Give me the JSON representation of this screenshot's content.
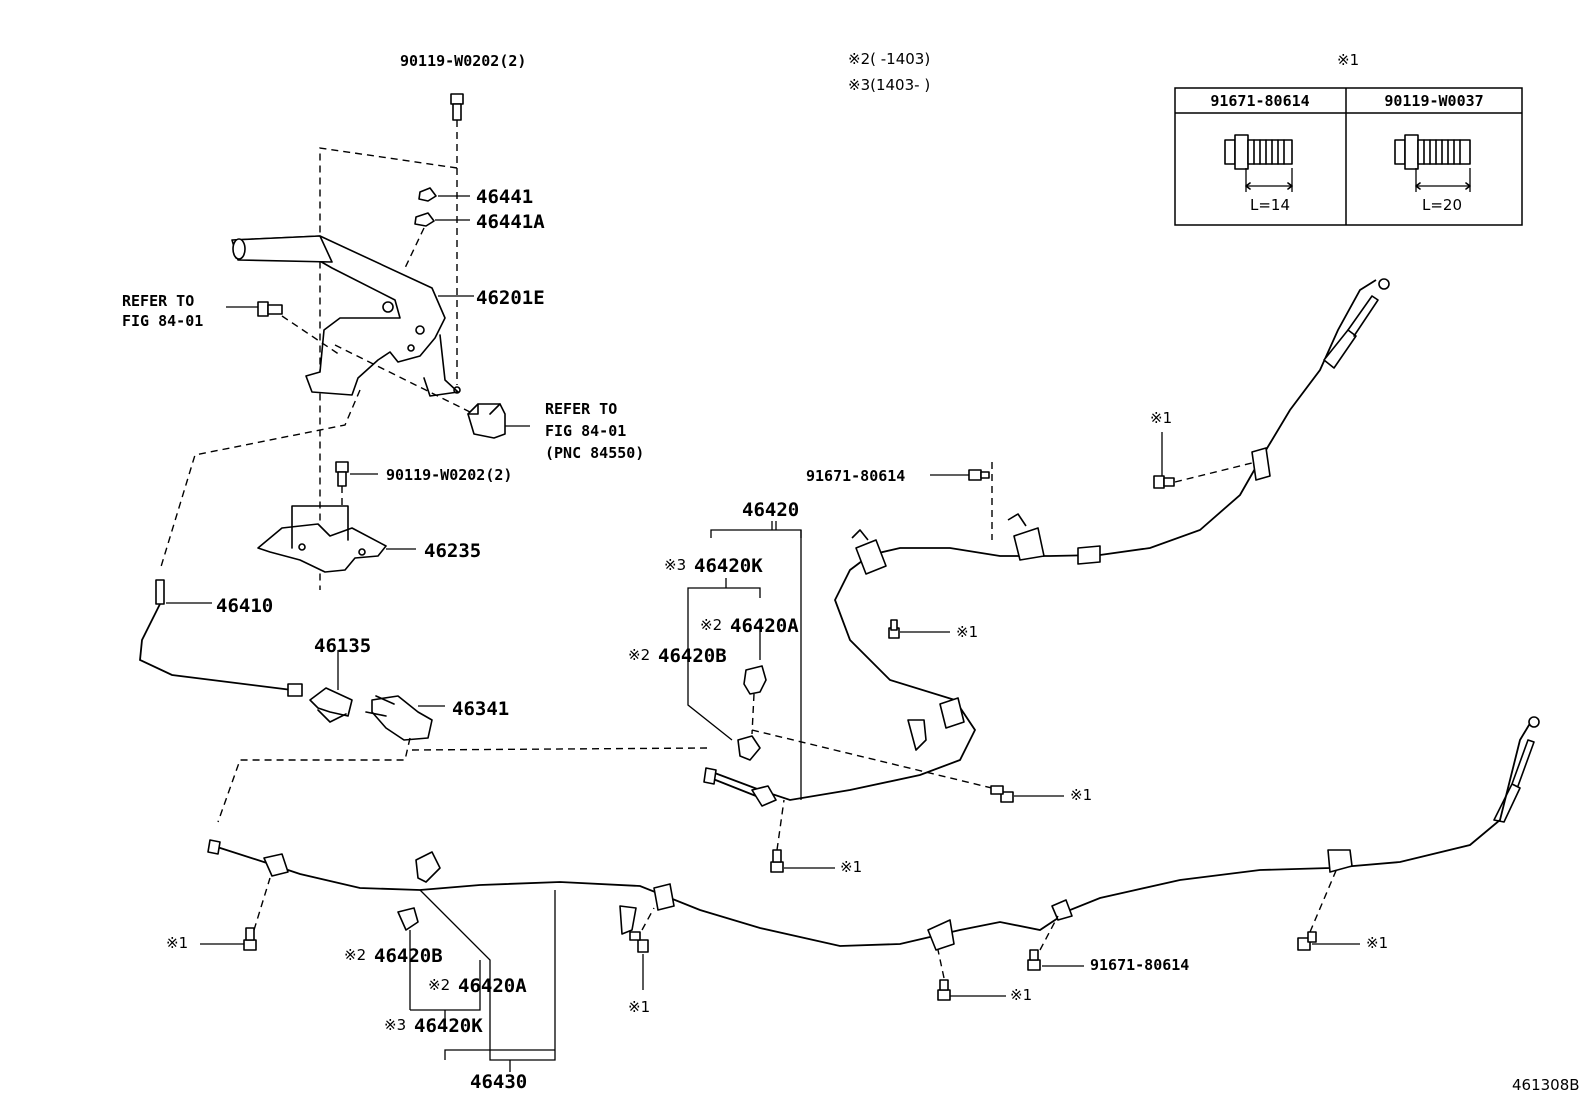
{
  "notes": [
    "※2(      -1403)",
    "※3(1403-      )"
  ],
  "table": {
    "marker": "※1",
    "columns": [
      {
        "part": "91671-80614",
        "length": "L=14"
      },
      {
        "part": "90119-W0037",
        "length": "L=20"
      }
    ]
  },
  "labels": {
    "bolt_top": "90119-W0202(2)",
    "nut_46441": "46441",
    "nut_46441a": "46441A",
    "lever": "46201E",
    "refer_left_1": "REFER TO",
    "refer_left_2": "FIG 84-01",
    "refer_right_1": "REFER TO",
    "refer_right_2": "FIG 84-01",
    "refer_right_3": "(PNC 84550)",
    "bolt_mid": "90119-W0202(2)",
    "bracket": "46235",
    "front_cable": "46410",
    "equalizer": "46135",
    "joint": "46341",
    "right_cable": "46420",
    "clip_k": "46420K",
    "clip_a": "46420A",
    "clip_b": "46420B",
    "left_cable": "46430",
    "bolt_91671": "91671-80614",
    "mark1": "※1",
    "mark2": "※2",
    "mark3": "※3"
  },
  "figure_id": "461308B"
}
